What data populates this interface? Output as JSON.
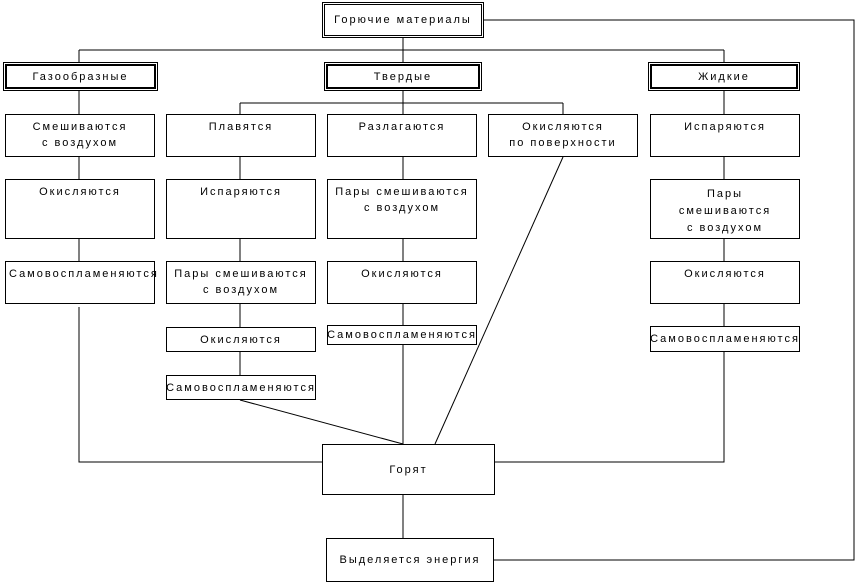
{
  "root": {
    "label": "Горючие материалы"
  },
  "categories": {
    "gas": "Газообразные",
    "solid": "Твердые",
    "liquid": "Жидкие"
  },
  "gas_chain": [
    "Смешиваются\nс воздухом",
    "Окисляются",
    "Самовоспламеняются"
  ],
  "solid_melt_chain": [
    "Плавятся",
    "Испаряются",
    "Пары смешиваются\nс воздухом",
    "Окисляются",
    "Самовоспламеняются"
  ],
  "solid_decomp_chain": [
    "Разлагаются",
    "Пары смешиваются\nс воздухом",
    "Окисляются",
    "Самовоспламеняются"
  ],
  "solid_surface_chain": [
    "Окисляются\nпо поверхности"
  ],
  "liquid_chain": [
    "Испаряются",
    "Пары\nсмешиваются\nс воздухом",
    "Окисляются",
    "Самовоспламеняются"
  ],
  "burn": {
    "label": "Горят"
  },
  "energy": {
    "label": "Выделяется энергия"
  }
}
